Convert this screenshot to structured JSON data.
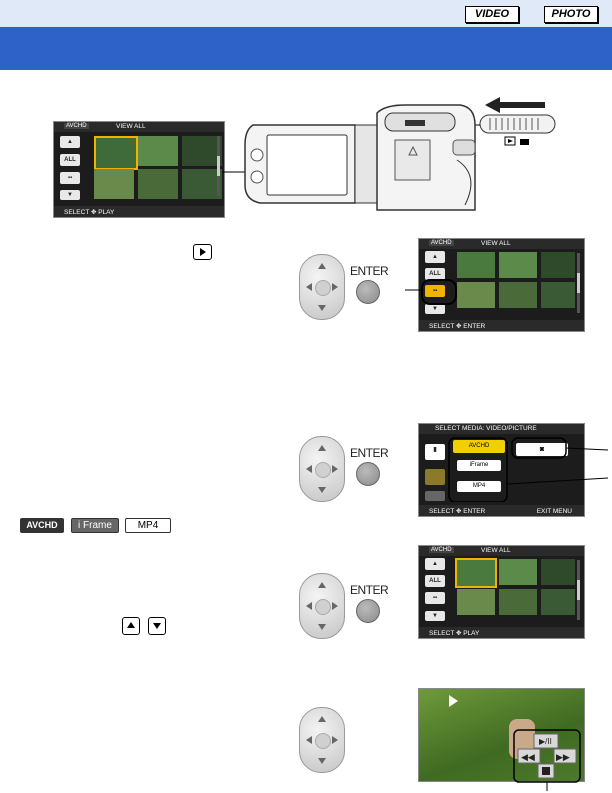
{
  "header": {
    "tags": [
      "VIDEO",
      "PHOTO"
    ],
    "accent_color": "#2e62c9",
    "band_color": "#dfe9f7"
  },
  "screens": {
    "thumb_view": {
      "media_tag": "AVCHD",
      "title": "VIEW ALL",
      "all_button": "ALL",
      "footer_play": "SELECT ✥ PLAY",
      "footer_enter": "SELECT ✥ ENTER"
    },
    "select_media": {
      "title": "SELECT MEDIA: VIDEO/PICTURE",
      "options": [
        "AVCHD",
        "iFrame",
        "MP4"
      ],
      "footer_left": "SELECT ✥ ENTER",
      "footer_right": "EXIT MENU"
    }
  },
  "controls": {
    "enter_label": "ENTER"
  },
  "format_tags": [
    "AVCHD",
    "i Frame",
    "MP4"
  ],
  "icons": [
    "play-icon",
    "up-arrow-icon",
    "down-arrow-icon",
    "camera-icon",
    "mode-switch-icon"
  ]
}
